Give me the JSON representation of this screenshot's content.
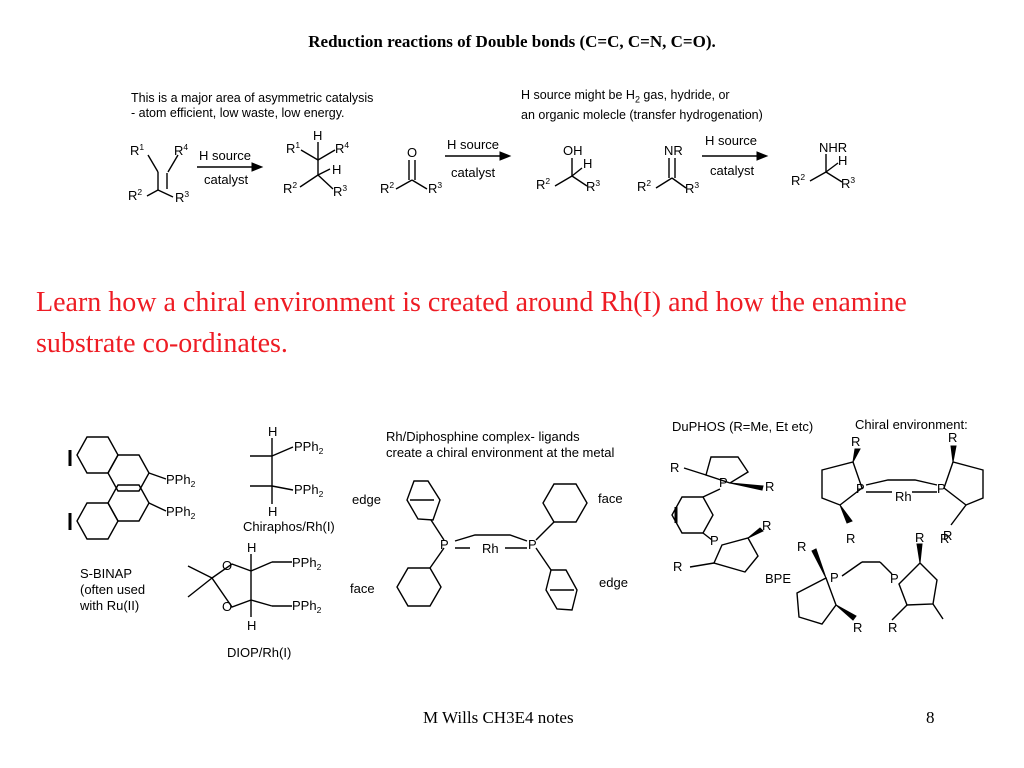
{
  "slide": {
    "title": "Reduction reactions of Double bonds (C=C, C=N, C=O).",
    "note_left": [
      "This is a major area of asymmetric catalysis",
      "- atom efficient, low waste, low energy."
    ],
    "note_right": [
      "H source might be H",
      "2",
      "  gas, hydride, or",
      "an organic molecle (transfer hydrogenation)"
    ],
    "headline": "Learn how a chiral environment is created around Rh(I) and how the enamine substrate co-ordinates.",
    "footer_author": "M Wills CH3E4 notes",
    "page_number": "8"
  },
  "scheme": {
    "arrow_label_top": "H source",
    "arrow_label_top_2": "H source",
    "arrow_label_top_3": "H source",
    "arrow_label_bottom": "catalyst",
    "arrow_label_bottom_2": "catalyst",
    "arrow_label_bottom_3": "catalyst",
    "groups": {
      "R": "R",
      "H": "H",
      "O": "O",
      "OH": "OH",
      "NR": "NR",
      "NHR": "NHR",
      "one": "1",
      "two": "2",
      "three": "3",
      "four": "4"
    }
  },
  "ligands": {
    "binap_name": [
      "S-BINAP",
      "(often used",
      "with Ru(II)"
    ],
    "pph": "PPh",
    "sub2": "2",
    "chiraphos_name": "Chiraphos/Rh(I)",
    "diop_name": "DIOP/Rh(I)",
    "complex_caption": [
      "Rh/Diphosphine complex- ligands",
      "create a chiral environment at the metal"
    ],
    "edge": "edge",
    "face": "face",
    "duphos_name": "DuPHOS (R=Me, Et etc)",
    "chiral_env": "Chiral environment:",
    "bpe_name": "BPE",
    "P": "P",
    "Rh": "Rh",
    "O": "O",
    "H": "H",
    "R": "R"
  }
}
